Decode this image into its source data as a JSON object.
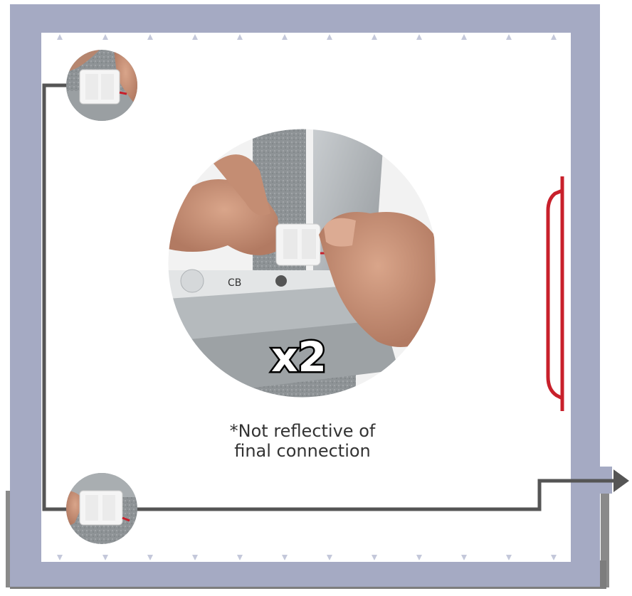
{
  "diagram": {
    "multiplier_label": "x2",
    "note_line1": "*Not reflective of",
    "note_line2": "final connection",
    "colors": {
      "frame": "#a5aac3",
      "frame_dark": "#8f95b0",
      "wire": "#555555",
      "gasket": "#c8202b",
      "pin": "#c4c8da",
      "background": "#ffffff"
    }
  }
}
